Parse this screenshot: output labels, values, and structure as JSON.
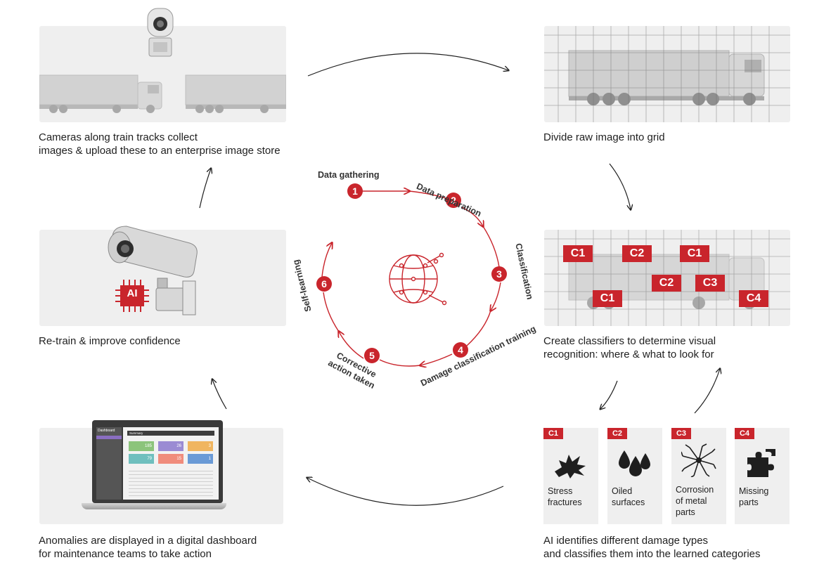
{
  "captions": {
    "cameras": [
      "Cameras along train tracks collect",
      "images & upload these to an enterprise image store"
    ],
    "grid": [
      "Divide raw image into grid"
    ],
    "classifiers": [
      "Create classifiers to determine visual",
      "recognition: where & what to look for"
    ],
    "ai_identifies": [
      "AI identifies different damage types",
      "and classifies them into the learned categories"
    ],
    "anomalies": [
      "Anomalies are displayed in a digital dashboard",
      "for maintenance teams to take action"
    ],
    "retrain": [
      "Re-train & improve confidence"
    ]
  },
  "cycle": {
    "steps": [
      {
        "num": "1",
        "label": "Data gathering"
      },
      {
        "num": "2",
        "label": "Data preparation"
      },
      {
        "num": "3",
        "label": "Classification"
      },
      {
        "num": "4",
        "label": "Damage classification training"
      },
      {
        "num": "5",
        "label": "Corrective action taken"
      },
      {
        "num": "6",
        "label": "Self-learning"
      }
    ]
  },
  "classifier_tags": [
    "C1",
    "C2",
    "C1",
    "C2",
    "C3",
    "C1",
    "C4"
  ],
  "ai_chip_label": "AI",
  "damage_types": [
    {
      "code": "C1",
      "label": [
        "Stress",
        "fractures"
      ]
    },
    {
      "code": "C2",
      "label": [
        "Oiled",
        "surfaces"
      ]
    },
    {
      "code": "C3",
      "label": [
        "Corrosion",
        "of metal",
        "parts"
      ]
    },
    {
      "code": "C4",
      "label": [
        "Missing",
        "parts"
      ]
    }
  ],
  "dashboard": {
    "title": "Dashboard",
    "header": "Summary",
    "stats": [
      "185",
      "26",
      "3",
      "79",
      "15",
      "1"
    ]
  },
  "colors": {
    "accent": "#c9252c",
    "panel": "#efefef"
  }
}
